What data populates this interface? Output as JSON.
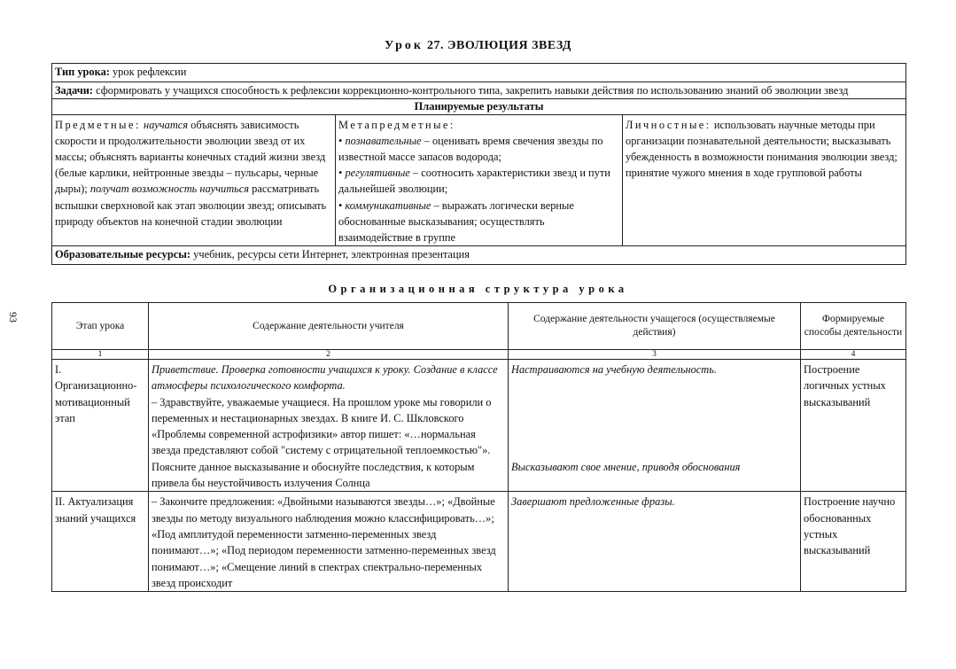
{
  "page_number": "93",
  "title": {
    "prefix": "Урок",
    "main": "27. ЭВОЛЮЦИЯ ЗВЕЗД"
  },
  "info": {
    "lesson_type_label": "Тип урока:",
    "lesson_type_value": " урок рефлексии",
    "tasks_label": "Задачи:",
    "tasks_value": " сформировать у учащихся способность к рефлексии коррекционно-контрольного типа, закрепить навыки действия по использованию знаний об эволюции звезд",
    "planned_results_title": "Планируемые результаты",
    "subject": {
      "label": "Предметные:",
      "learn_label": "научатся",
      "learn_text": " объяснять зависимость скорости и продолжительности эволюции звезд от их массы; объяснять варианты конечных стадий жизни звезд (белые карлики, нейтронные звезды – пульсары, черные дыры);",
      "opportunity_label": "получат возможность научиться",
      "opportunity_text": " рассматривать вспышки сверхновой как этап эволюции звезд; описывать природу объектов на конечной стадии эволюции"
    },
    "meta": {
      "label": "Метапредметные:",
      "items": [
        {
          "label": "познавательные",
          "text": " – оценивать время свечения звезды по известной массе запасов водорода;"
        },
        {
          "label": "регулятивные",
          "text": " – соотносить характеристики звезд и пути дальнейшей эволюции;"
        },
        {
          "label": "коммуникативные",
          "text": " – выражать логически верные обоснованные высказывания; осуществлять взаимодействие в группе"
        }
      ]
    },
    "personal": {
      "label": "Личностные:",
      "text": " использовать научные методы при организации познавательной деятельности; высказывать убежденность в возможности понимания эволюции звезд; принятие чужого мнения в ходе групповой работы"
    },
    "resources_label": "Образовательные ресурсы:",
    "resources_value": " учебник, ресурсы сети Интернет, электронная презентация"
  },
  "structure": {
    "title": "Организационная структура урока",
    "headers": [
      "Этап урока",
      "Содержание деятельности учителя",
      "Содержание деятельности учащегося (осуществляемые действия)",
      "Формируемые способы деятельности"
    ],
    "numbers": [
      "1",
      "2",
      "3",
      "4"
    ],
    "rows": [
      {
        "stage": "I. Организационно-мотивационный этап",
        "teacher_italic": "Приветствие. Проверка готовности учащихся к уроку. Создание в классе атмосферы психологического комфорта.",
        "teacher_text": "– Здравствуйте, уважаемые учащиеся. На прошлом уроке мы говорили о переменных и нестационарных звездах. В книге И. С. Шкловского «Проблемы современной астрофизики» автор пишет: «…нормальная звезда представляют собой \"систему с отрицательной теплоемкостью\"». Поясните данное высказывание и обоснуйте последствия, к которым привела бы неустойчивость излучения Солнца",
        "student_1": "Настраиваются на учебную деятельность.",
        "student_2": "Высказывают свое мнение, приводя обоснования",
        "skills": "Построение логичных устных высказываний"
      },
      {
        "stage": "II. Актуализация знаний учащихся",
        "teacher_text": "– Закончите предложения: «Двойными называются звезды…»; «Двойные звезды по методу визуального наблюдения можно классифицировать…»; «Под амплитудой переменности затменно-переменных звезд понимают…»; «Под периодом переменности затменно-переменных звезд понимают…»; «Смещение линий в спектрах спектрально-переменных звезд происходит",
        "student_1": "Завершают предложенные фразы.",
        "skills": "Построение научно обоснованных устных высказываний"
      }
    ]
  }
}
